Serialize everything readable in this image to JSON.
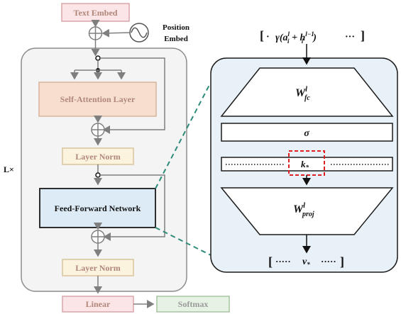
{
  "blocks": {
    "text_embed": "Text Embed",
    "position_embed_line1": "Position",
    "position_embed_line2": "Embed",
    "self_attention": "Self-Attention Layer",
    "layer_norm_1": "Layer Norm",
    "ffn": "Feed-Forward Network",
    "layer_norm_2": "Layer Norm",
    "linear": "Linear",
    "softmax": "Softmax",
    "repeat_label": "L×"
  },
  "zoom": {
    "input_dots_left": "·",
    "input_base": "γ(a",
    "input_a_sup": "l",
    "input_a_sub": "i",
    "input_plus": " + h",
    "input_h_sup": "l−1",
    "input_h_sub": "i",
    "input_close": ")",
    "input_dots_right": "···",
    "wfc_base": "W",
    "wfc_sup": "l",
    "wfc_sub": "fc",
    "sigma": "σ",
    "key_base": "k",
    "key_sub": "*",
    "wproj_base": "W",
    "wproj_sup": "l",
    "wproj_sub": "proj",
    "output_dots_left": "·····",
    "output_base": "v",
    "output_sub": "*",
    "output_dots_right": "·····"
  },
  "colors": {
    "text_embed_fill": "#fbe5e6",
    "text_embed_stroke": "#d9a6aa",
    "self_attention_fill": "#f7dfcf",
    "self_attention_stroke": "#d9b49b",
    "layer_norm_fill": "#fcf3df",
    "layer_norm_stroke": "#d8c49e",
    "ffn_fill": "#dcebf6",
    "ffn_stroke": "#1a1a1a",
    "linear_fill": "#fbe5e6",
    "linear_stroke": "#d9a6aa",
    "softmax_fill": "#e6f2e3",
    "softmax_stroke": "#a8c4a2",
    "zoom_panel_fill": "#e8f0f8",
    "key_highlight": "#e02020",
    "dashed_connector": "#2e8b7a",
    "block_text": "#b0877a"
  }
}
